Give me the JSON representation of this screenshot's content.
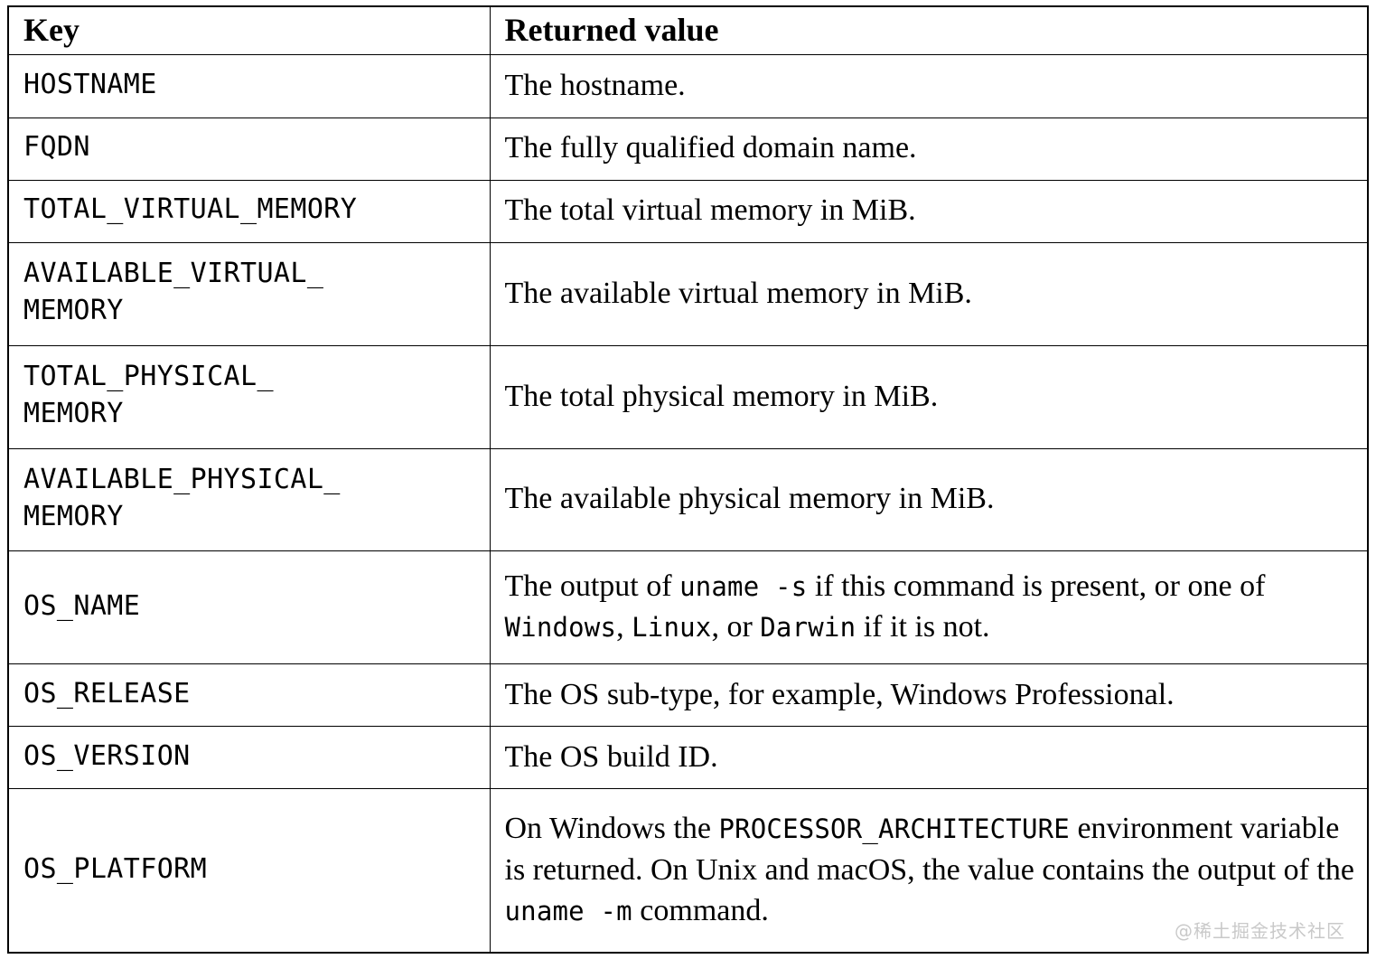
{
  "table": {
    "columns": [
      {
        "id": "key",
        "label": "Key"
      },
      {
        "id": "value",
        "label": "Returned value"
      }
    ],
    "rows": [
      {
        "key": "HOSTNAME",
        "value_plain": "The hostname.",
        "value_parts": [
          {
            "t": "text",
            "s": "The hostname."
          }
        ]
      },
      {
        "key": "FQDN",
        "value_plain": "The fully qualified domain name.",
        "value_parts": [
          {
            "t": "text",
            "s": "The fully qualified domain name."
          }
        ]
      },
      {
        "key": "TOTAL_VIRTUAL_MEMORY",
        "value_plain": "The total virtual memory in MiB.",
        "value_parts": [
          {
            "t": "text",
            "s": "The total virtual memory in MiB."
          }
        ]
      },
      {
        "key": "AVAILABLE_VIRTUAL_\nMEMORY",
        "value_plain": "The available virtual memory in MiB.",
        "value_parts": [
          {
            "t": "text",
            "s": "The available virtual memory in MiB."
          }
        ]
      },
      {
        "key": "TOTAL_PHYSICAL_\nMEMORY",
        "value_plain": "The total physical memory in MiB.",
        "value_parts": [
          {
            "t": "text",
            "s": "The total physical memory in MiB."
          }
        ]
      },
      {
        "key": "AVAILABLE_PHYSICAL_\nMEMORY",
        "value_plain": "The available physical memory in MiB.",
        "value_parts": [
          {
            "t": "text",
            "s": "The available physical memory in MiB."
          }
        ]
      },
      {
        "key": "OS_NAME",
        "value_plain": "The output of uname -s if this command is present, or one of Windows, Linux, or Darwin if it is not.",
        "value_parts": [
          {
            "t": "text",
            "s": "The output of "
          },
          {
            "t": "code",
            "s": "uname  -s"
          },
          {
            "t": "text",
            "s": " if this command is present, or one of "
          },
          {
            "t": "code",
            "s": "Windows"
          },
          {
            "t": "text",
            "s": ", "
          },
          {
            "t": "code",
            "s": "Linux"
          },
          {
            "t": "text",
            "s": ", or "
          },
          {
            "t": "code",
            "s": "Darwin"
          },
          {
            "t": "text",
            "s": " if it is not."
          }
        ]
      },
      {
        "key": "OS_RELEASE",
        "value_plain": "The OS sub-type, for example, Windows Professional.",
        "value_parts": [
          {
            "t": "text",
            "s": "The OS sub-type, for example, Windows Professional."
          }
        ]
      },
      {
        "key": "OS_VERSION",
        "value_plain": "The OS build ID.",
        "value_parts": [
          {
            "t": "text",
            "s": "The OS build ID."
          }
        ]
      },
      {
        "key": "OS_PLATFORM",
        "value_plain": "On Windows the PROCESSOR_ARCHITECTURE environment variable is returned. On Unix and macOS, the value contains the output of the uname -m command.",
        "value_parts": [
          {
            "t": "text",
            "s": "On Windows the "
          },
          {
            "t": "code",
            "s": "PROCESSOR_ARCHITECTURE"
          },
          {
            "t": "text",
            "s": " environment variable is returned. On Unix and macOS, the value contains the output of the "
          },
          {
            "t": "code",
            "s": "uname  -m"
          },
          {
            "t": "text",
            "s": " command."
          }
        ]
      }
    ]
  },
  "watermark": {
    "text": "@稀土掘金技术社区"
  }
}
